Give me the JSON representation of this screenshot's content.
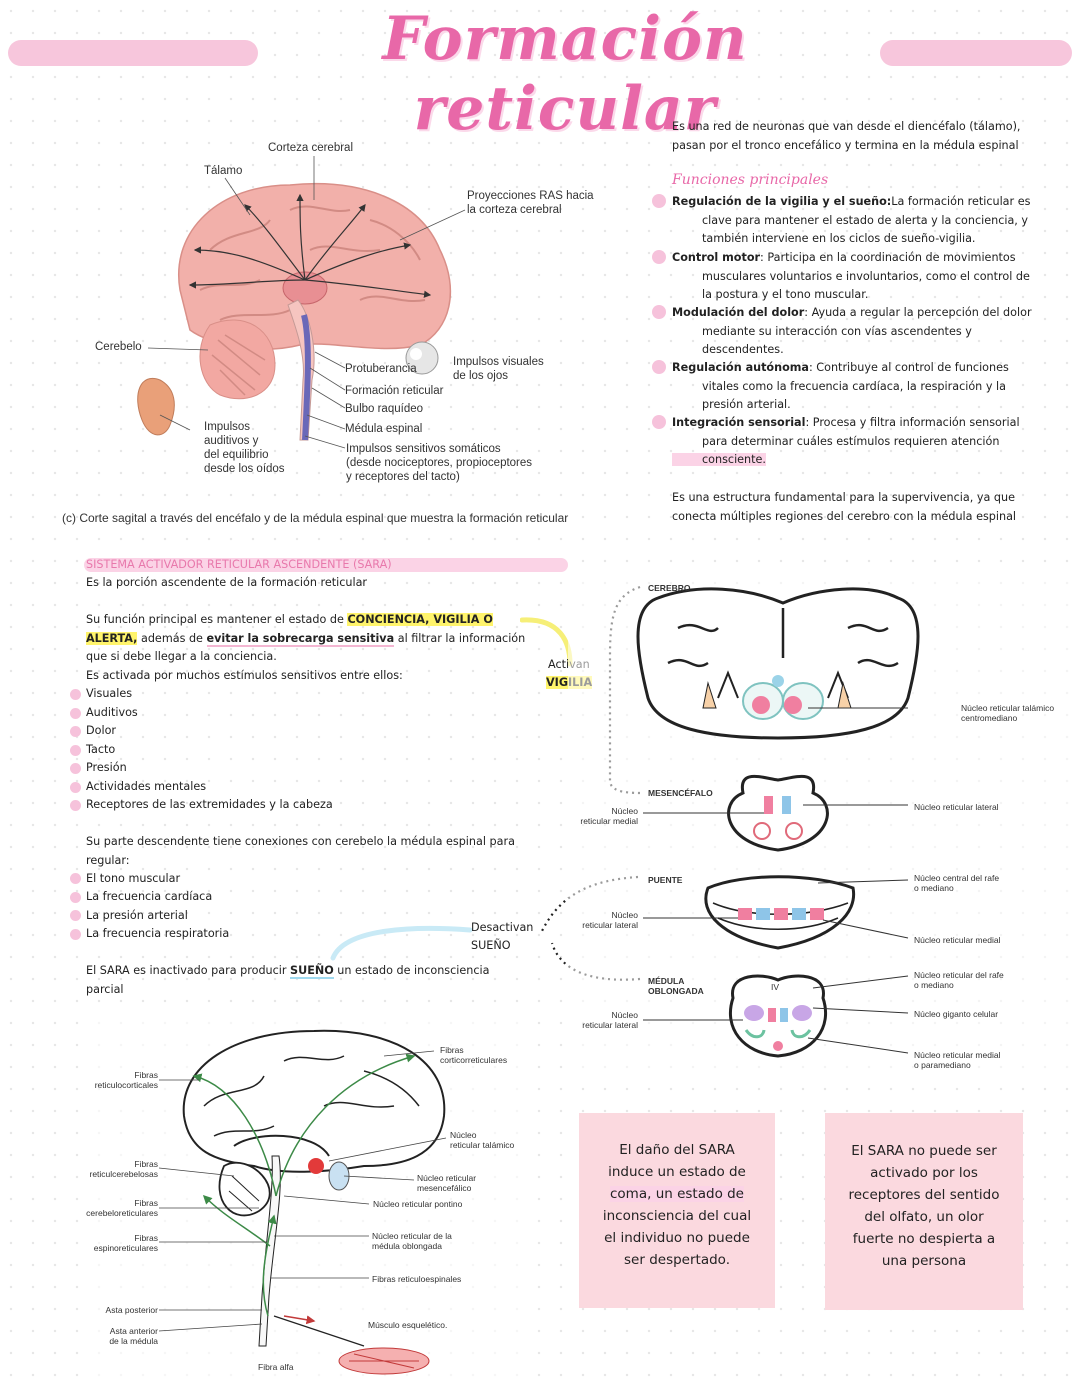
{
  "title": "Formación reticular",
  "figure1": {
    "labels": {
      "corteza": "Corteza cerebral",
      "talamo": "Tálamo",
      "proyecciones": "Proyecciones RAS hacia\nla corteza cerebral",
      "cerebelo": "Cerebelo",
      "protuberancia": "Protuberancia",
      "impulsos_visuales": "Impulsos visuales\nde los ojos",
      "formacion": "Formación reticular",
      "bulbo": "Bulbo raquídeo",
      "medula": "Médula espinal",
      "impulsos_auditivos": "Impulsos\nauditivos y\ndel equilibrio\ndesde los oídos",
      "impulsos_sensitivos": "Impulsos sensitivos somáticos\n(desde nociceptores, propioceptores\ny receptores del tacto)"
    },
    "caption": "(c) Corte sagital a través del encéfalo y de la médula espinal que muestra la formación reticular"
  },
  "intro": "Es una red de neuronas que van desde el diencéfalo (tálamo), pasan por el tronco encefálico y termina en la médula espinal",
  "functions_title": "Funciones principales",
  "functions": [
    {
      "head": "Regulación de la vigilia y el sueño:",
      "lines": [
        "La formación reticular es",
        "clave para mantener el estado de alerta y la conciencia, y",
        "también interviene en los ciclos de sueño-vigilia."
      ]
    },
    {
      "head": "Control motor",
      "lines": [
        ": Participa en la coordinación de movimientos",
        "musculares voluntarios e involuntarios, como el control de",
        "la postura y el tono muscular."
      ]
    },
    {
      "head": "Modulación del dolor",
      "lines": [
        ": Ayuda a regular la percepción del dolor",
        "mediante su interacción con vías ascendentes y",
        "descendentes."
      ]
    },
    {
      "head": "Regulación autónoma",
      "lines": [
        ": Contribuye al control de funciones",
        "vitales como la frecuencia cardíaca, la respiración y la",
        "presión arterial."
      ]
    },
    {
      "head": "Integración sensorial",
      "lines": [
        ": Procesa y filtra información sensorial",
        "para determinar cuáles estímulos requieren atención",
        "consciente."
      ]
    }
  ],
  "closing": "Es una estructura fundamental para la supervivencia, ya que conecta múltiples regiones del cerebro con la médula espinal",
  "sara": {
    "heading": "SISTEMA ACTIVADOR RETICULAR ASCENDENTE (SARA)",
    "line1": "Es la porción ascendente de la formación reticular",
    "func_a": "Su función principal es mantener el estado de ",
    "func_hl": "CONCIENCIA, VIGILIA O",
    "func_hl2": "ALERTA,",
    "func_b": " además de ",
    "func_bold": "evitar la sobrecarga sensitiva",
    "func_c": " al filtrar la información",
    "func_d": "que si debe llegar a la conciencia.",
    "activated": "Es activada por muchos estímulos sensitivos entre ellos:",
    "stimuli": [
      "Visuales",
      "Auditivos",
      "Dolor",
      "Tacto",
      "Presión",
      "Actividades mentales",
      "Receptores de las extremidades y la cabeza"
    ],
    "activan": "Activan",
    "vigilia": "VIGILIA",
    "desc_a": "Su parte descendente tiene conexiones con cerebelo la médula espinal para",
    "desc_b": "regular:",
    "regulates": [
      "El tono muscular",
      "La frecuencia cardíaca",
      "La presión arterial",
      "La frecuencia respiratoria"
    ],
    "desactivan": "Desactivan",
    "sueno": "SUEÑO",
    "inact_a": "El SARA es inactivado para producir ",
    "inact_hl": "SUEÑO",
    "inact_b": " un estado de inconsciencia",
    "inact_c": "parcial"
  },
  "figure2": {
    "cerebro": "CEREBRO",
    "mesencefalo": "MESENCÉFALO",
    "puente": "PUENTE",
    "medula_oblongada": "MÉDULA\nOBLONGADA",
    "iv": "IV",
    "left_labels": [
      "Núcleo\nreticular medial",
      "Núcleo\nreticular lateral",
      "Núcleo\nreticular lateral"
    ],
    "right_labels": [
      "Núcleo reticular talámico\ncentromediano",
      "Núcleo reticular lateral",
      "Núcleo central del rafe\no mediano",
      "Núcleo reticular medial",
      "Núcleo reticular del rafe\no mediano",
      "Núcleo giganto celular",
      "Núcleo reticular medial\no paramediano"
    ]
  },
  "figure3": {
    "left_labels": [
      "Fibras\nreticulocorticales",
      "Fibras\nreticulcerebelosas",
      "Fibras\ncerebeloreticulares",
      "Fibras\nespinoreticulares",
      "Asta posterior",
      "Asta anterior\nde la médula",
      "Fibra alfa"
    ],
    "right_labels": [
      "Fibras\ncorticorreticulares",
      "Núcleo\nreticular talámico",
      "Núcleo reticular\nmesencefálico",
      "Núcleo reticular pontino",
      "Núcleo reticular de la\nmédula oblongada",
      "Fibras reticuloespinales",
      "Músculo esquelético."
    ]
  },
  "box1": [
    "El daño del SARA",
    "induce un estado de",
    "coma, un estado de",
    "inconsciencia del cual",
    "el individuo no puede",
    "ser despertado."
  ],
  "box2": [
    "El SARA no puede ser",
    "activado por los",
    "receptores del sentido",
    "del olfato, un olor",
    "fuerte no despierta a",
    "una persona"
  ]
}
